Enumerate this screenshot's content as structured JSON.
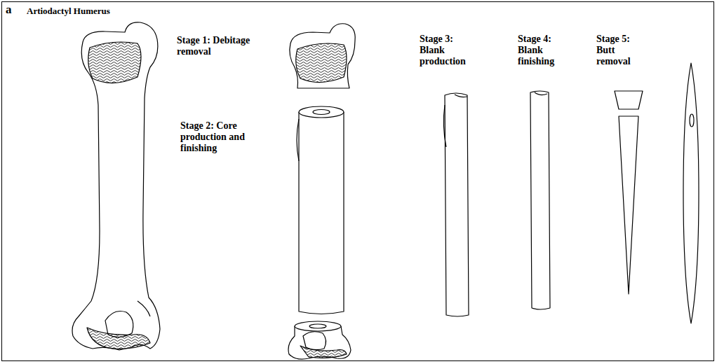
{
  "diagram": {
    "title": "Artiodactyl Humerus",
    "labels": [
      "a",
      "Stage 1: Debitage removal",
      "Stage 2: Core production and finishing",
      "Stage 3: Blank production",
      "Stage 4: Blank finishing",
      "Stage 5: Butt removal"
    ]
  }
}
